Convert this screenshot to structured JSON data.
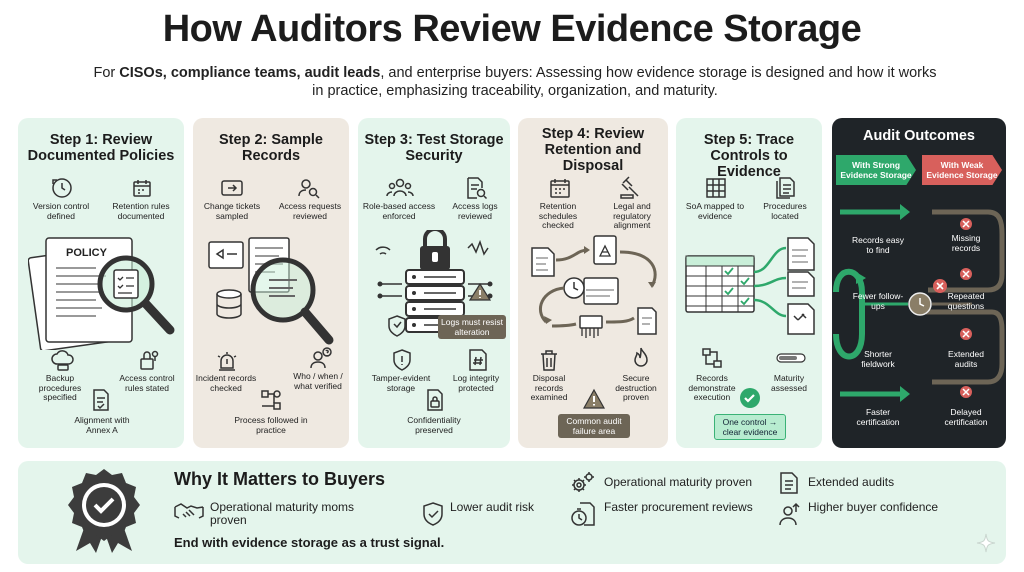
{
  "title": "How Auditors Review Evidence Storage",
  "subtitle": {
    "lead": "For ",
    "bold": "CISOs, compliance teams, audit leads",
    "rest": ", and enterprise buyers: Assessing how evidence storage is designed and how it works in practice, emphasizing traceability, organization, and maturity."
  },
  "step1": {
    "title": "Step 1: Review Documented Policies",
    "items": [
      "Version control defined",
      "Retention rules documented",
      "Backup procedures specified",
      "Access control rules stated",
      "Alignment with Annex A"
    ],
    "doc_label": "POLICY"
  },
  "step2": {
    "title": "Step 2: Sample Records",
    "items": [
      "Change tickets sampled",
      "Access requests reviewed",
      "Incident records checked",
      "Who / when / what verified",
      "Process followed in practice"
    ]
  },
  "step3": {
    "title": "Step 3: Test Storage Security",
    "items": [
      "Role-based access enforced",
      "Access logs reviewed",
      "Tamper-evident storage",
      "Log integrity protected",
      "Confidentiality preserved"
    ],
    "warning": "Logs must resist alteration"
  },
  "step4": {
    "title": "Step 4: Review Retention and Disposal",
    "items": [
      "Retention schedules checked",
      "Legal and regulatory alignment",
      "Disposal records examined",
      "Secure destruction proven"
    ],
    "warning": "Common audit failure area"
  },
  "step5": {
    "title": "Step 5: Trace Controls to Evidence",
    "items": [
      "SoA mapped to evidence",
      "Procedures located",
      "Records demonstrate execution",
      "Maturity assessed"
    ],
    "highlight": "One control → clear evidence"
  },
  "outcomes": {
    "title": "Audit Outcomes",
    "strong_header": "With Strong Evidence Storage",
    "weak_header": "With Weak Evidence Storage",
    "strong": [
      "Records easy to find",
      "Fewer follow-ups",
      "Shorter fieldwork",
      "Faster certification"
    ],
    "weak": [
      "Missing records",
      "Repeated questions",
      "Extended audits",
      "Delayed certification"
    ],
    "colors": {
      "strong": "#2ea86b",
      "weak": "#d8605c"
    }
  },
  "buyers": {
    "title": "Why It Matters to Buyers",
    "items": [
      "Operational maturity moms proven",
      "Lower audit risk",
      "Operational maturity proven",
      "Faster procurement reviews",
      "Extended audits",
      "Higher buyer confidence"
    ],
    "closing": "End with evidence storage as a trust signal."
  },
  "colors": {
    "green": "#e4f5ec",
    "beige": "#efe9e1",
    "dark": "#1f2428",
    "accent": "#2ea86b"
  }
}
